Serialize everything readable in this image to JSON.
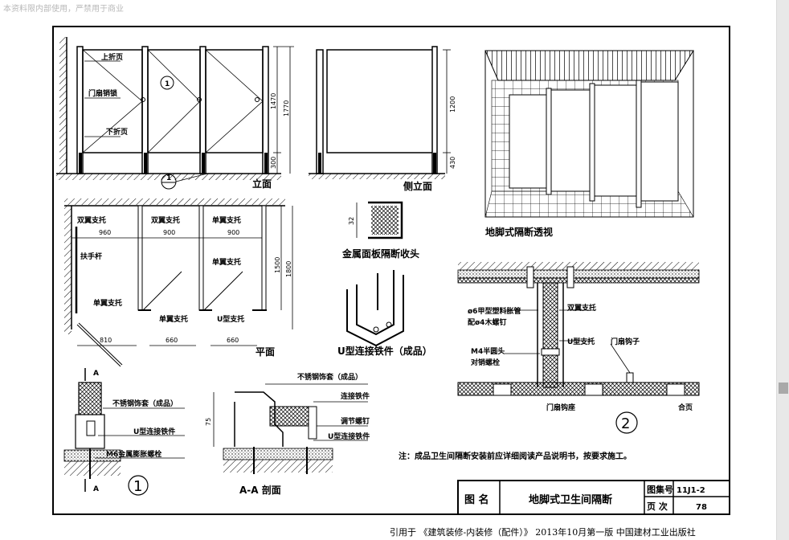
{
  "watermark": "本资料限内部使用，严禁用于商业",
  "footer": "引用于 《建筑装修-内装修（配件）》 2013年10月第一版 中国建材工业出版社",
  "elevation": {
    "labels": {
      "upper_hinge": "上折页",
      "lock": "门扇销锁",
      "lower_hinge": "下折页"
    },
    "dims": {
      "d1470": "1470",
      "d1770": "1770",
      "d300": "300"
    },
    "callout_top": "1",
    "callout_bottom": "1",
    "caption": "立面"
  },
  "side": {
    "dims": {
      "d1200": "1200",
      "d430": "430"
    },
    "caption": "侧立面"
  },
  "perspective": {
    "caption": "地脚式隔断透视"
  },
  "plan": {
    "labels": {
      "double_bracket_1": "双翼支托",
      "double_bracket_2": "双翼支托",
      "single_bracket_top": "单翼支托",
      "handrail": "扶手杆",
      "single_bracket_mid": "单翼支托",
      "single_bracket_left": "单翼支托",
      "single_bracket_bottom": "单翼支托",
      "u_bracket": "U型支托"
    },
    "dims": {
      "w960": "960",
      "w900a": "900",
      "w900b": "900",
      "w810": "810",
      "w660a": "660",
      "w660b": "660",
      "h1500": "1500",
      "h1800": "1800"
    },
    "caption": "平面"
  },
  "edge": {
    "dim": "32",
    "caption": "金属面板隔断收头"
  },
  "uconn": {
    "caption": "U型连接铁件（成品）"
  },
  "detail2": {
    "labels": {
      "tube": "ø6甲型塑料胀管",
      "screw": "配ø4木螺钉",
      "double_bracket": "双翼支托",
      "bolt": "M4半圆头",
      "bolt2": "对销螺栓",
      "u_bracket": "U型支托",
      "door_hook": "门扇钩子",
      "door_base": "门扇钩座",
      "hinge": "合页"
    },
    "callout": "2"
  },
  "detail1": {
    "section_mark_top": "A",
    "section_mark_bottom": "A",
    "labels": {
      "sleeve": "不锈钢饰套（成品）",
      "u_iron": "U型连接铁件",
      "bolt": "M6金属膨胀螺栓"
    },
    "callout": "1"
  },
  "sectionAA": {
    "labels": {
      "sleeve": "不锈钢饰套（成品）",
      "connector": "连接铁件",
      "adjust": "调节螺钉",
      "u_iron": "U型连接铁件"
    },
    "dim": "75",
    "caption": "A-A 剖面"
  },
  "note": "注：成品卫生间隔断安装前应详细阅读产品说明书，按要求施工。",
  "titleblock": {
    "name_label": "图 名",
    "name": "地脚式卫生间隔断",
    "atlas_label": "图集号",
    "atlas": "11J1-2",
    "page_label": "页 次",
    "page": "78"
  }
}
